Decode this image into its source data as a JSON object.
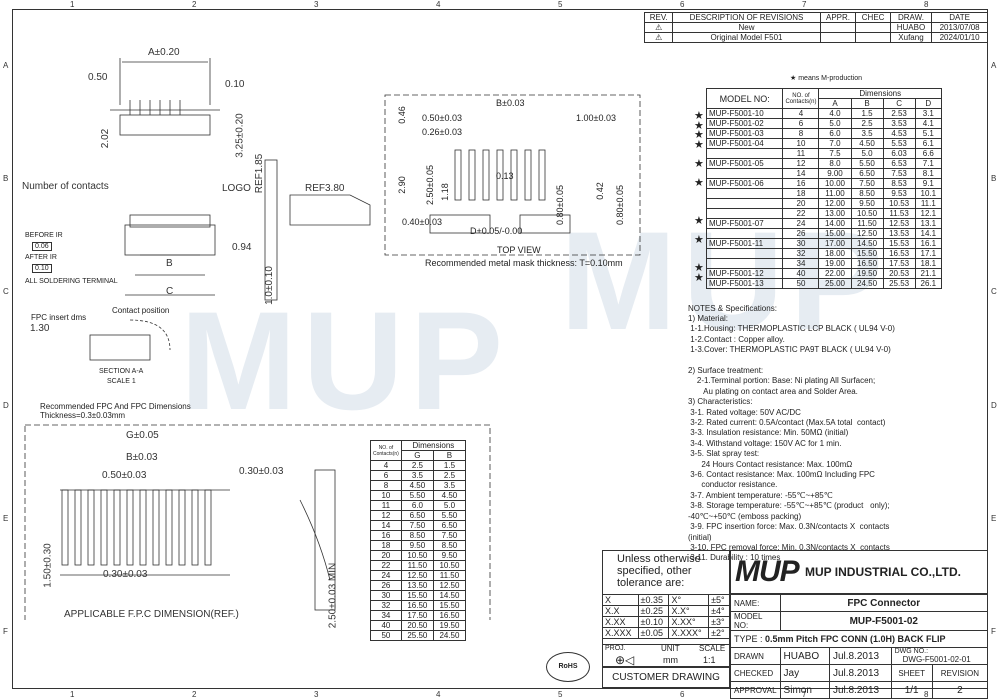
{
  "grid": {
    "columns": [
      "1",
      "2",
      "3",
      "4",
      "5",
      "6",
      "7",
      "8"
    ],
    "rows": [
      "A",
      "B",
      "C",
      "D",
      "E",
      "F"
    ]
  },
  "revisions": {
    "headers": [
      "REV.",
      "DESCRIPTION OF REVISIONS",
      "APPR.",
      "CHEC",
      "DRAW.",
      "DATE"
    ],
    "rows": [
      {
        "rev": "⚠",
        "desc": "New",
        "appr": "",
        "chec": "",
        "draw": "HUABO",
        "date": "2013/07/08"
      },
      {
        "rev": "⚠",
        "desc": "Original Model F501",
        "appr": "",
        "chec": "",
        "draw": "Xufang",
        "date": "2024/01/10"
      }
    ]
  },
  "model_table": {
    "legend": "★ means M-production",
    "header_model": "MODEL NO:",
    "header_contacts": "NO. of Contacts(n)",
    "header_dimensions": "Dimensions",
    "dim_cols": [
      "A",
      "B",
      "C",
      "D"
    ],
    "rows": [
      {
        "star": true,
        "model": "MUP-F5001-10",
        "n": "4",
        "a": "4.0",
        "b": "1.5",
        "c": "2.53",
        "d": "3.1"
      },
      {
        "star": true,
        "model": "MUP-F5001-02",
        "n": "6",
        "a": "5.0",
        "b": "2.5",
        "c": "3.53",
        "d": "4.1"
      },
      {
        "star": true,
        "model": "MUP-F5001-03",
        "n": "8",
        "a": "6.0",
        "b": "3.5",
        "c": "4.53",
        "d": "5.1"
      },
      {
        "star": true,
        "model": "MUP-F5001-04",
        "n": "10",
        "a": "7.0",
        "b": "4.50",
        "c": "5.53",
        "d": "6.1"
      },
      {
        "star": false,
        "model": "",
        "n": "11",
        "a": "7.5",
        "b": "5.0",
        "c": "6.03",
        "d": "6.6"
      },
      {
        "star": true,
        "model": "MUP-F5001-05",
        "n": "12",
        "a": "8.0",
        "b": "5.50",
        "c": "6.53",
        "d": "7.1"
      },
      {
        "star": false,
        "model": "",
        "n": "14",
        "a": "9.00",
        "b": "6.50",
        "c": "7.53",
        "d": "8.1"
      },
      {
        "star": true,
        "model": "MUP-F5001-06",
        "n": "16",
        "a": "10.00",
        "b": "7.50",
        "c": "8.53",
        "d": "9.1"
      },
      {
        "star": false,
        "model": "",
        "n": "18",
        "a": "11.00",
        "b": "8.50",
        "c": "9.53",
        "d": "10.1"
      },
      {
        "star": false,
        "model": "",
        "n": "20",
        "a": "12.00",
        "b": "9.50",
        "c": "10.53",
        "d": "11.1"
      },
      {
        "star": false,
        "model": "",
        "n": "22",
        "a": "13.00",
        "b": "10.50",
        "c": "11.53",
        "d": "12.1"
      },
      {
        "star": true,
        "model": "MUP-F5001-07",
        "n": "24",
        "a": "14.00",
        "b": "11.50",
        "c": "12.53",
        "d": "13.1"
      },
      {
        "star": false,
        "model": "",
        "n": "26",
        "a": "15.00",
        "b": "12.50",
        "c": "13.53",
        "d": "14.1"
      },
      {
        "star": true,
        "model": "MUP-F5001-11",
        "n": "30",
        "a": "17.00",
        "b": "14.50",
        "c": "15.53",
        "d": "16.1"
      },
      {
        "star": false,
        "model": "",
        "n": "32",
        "a": "18.00",
        "b": "15.50",
        "c": "16.53",
        "d": "17.1"
      },
      {
        "star": false,
        "model": "",
        "n": "34",
        "a": "19.00",
        "b": "16.50",
        "c": "17.53",
        "d": "18.1"
      },
      {
        "star": true,
        "model": "MUP-F5001-12",
        "n": "40",
        "a": "22.00",
        "b": "19.50",
        "c": "20.53",
        "d": "21.1"
      },
      {
        "star": true,
        "model": "MUP-F5001-13",
        "n": "50",
        "a": "25.00",
        "b": "24.50",
        "c": "25.53",
        "d": "26.1"
      }
    ]
  },
  "fpc_table": {
    "header_contacts": "NO. of Contacts(n)",
    "header_dimensions": "Dimensions",
    "dim_cols": [
      "G",
      "B"
    ],
    "rows": [
      [
        "4",
        "2.5",
        "1.5"
      ],
      [
        "6",
        "3.5",
        "2.5"
      ],
      [
        "8",
        "4.50",
        "3.5"
      ],
      [
        "10",
        "5.50",
        "4.50"
      ],
      [
        "11",
        "6.0",
        "5.0"
      ],
      [
        "12",
        "6.50",
        "5.50"
      ],
      [
        "14",
        "7.50",
        "6.50"
      ],
      [
        "16",
        "8.50",
        "7.50"
      ],
      [
        "18",
        "9.50",
        "8.50"
      ],
      [
        "20",
        "10.50",
        "9.50"
      ],
      [
        "22",
        "11.50",
        "10.50"
      ],
      [
        "24",
        "12.50",
        "11.50"
      ],
      [
        "26",
        "13.50",
        "12.50"
      ],
      [
        "30",
        "15.50",
        "14.50"
      ],
      [
        "32",
        "16.50",
        "15.50"
      ],
      [
        "34",
        "17.50",
        "16.50"
      ],
      [
        "40",
        "20.50",
        "19.50"
      ],
      [
        "50",
        "25.50",
        "24.50"
      ]
    ]
  },
  "notes": {
    "title": "NOTES & Specifications:",
    "lines": [
      "1) Material:",
      " 1-1.Housing: THERMOPLASTIC LCP BLACK ( UL94 V-0)",
      " 1-2.Contact : Copper alloy.",
      " 1-3.Cover: THERMOPLASTIC PA9T BLACK ( UL94 V-0)",
      "",
      "2) Surface treatment:",
      "    2-1.Terminal portion: Base: Ni plating All Surfacen;",
      "       Au plating on contact area and Solder Area.",
      "3) Characteristics:",
      " 3-1. Rated voltage: 50V AC/DC",
      " 3-2. Rated current: 0.5A/contact (Max.5A total  contact)",
      " 3-3. Insulation resistance: Min. 50MΩ (initial)",
      " 3-4. Withstand voltage: 150V AC for 1 min.",
      " 3-5. Slat spray test:",
      "      24 Hours Contact resistance: Max. 100mΩ",
      " 3-6. Contact resistance: Max. 100mΩ Including FPC",
      "      conductor resistance.",
      " 3-7. Ambient temperature: -55℃~+85℃",
      " 3-8. Storage temperature: -55℃~+85℃ (product   only);",
      "-40℃~+50℃ (emboss packing)",
      " 3-9. FPC insertion force: Max. 0.3N/contacts X  contacts",
      "(initial)",
      " 3-10. FPC removal force: Min. 0.3N/contacts X  contacts",
      " 3-11. Durability : 10 times"
    ]
  },
  "labels": {
    "number_of_contacts": "Number of contacts",
    "logo": "LOGO",
    "before_ir": "BEFORE IR",
    "after_ir": "AFTER IR",
    "before_tol": "0.06",
    "after_tol": "0.10",
    "all_soldering": "ALL SOLDERING TERMINAL",
    "fpc_insert": "FPC insert dms",
    "contact_position": "Contact position",
    "section": "SECTION A-A",
    "scale1": "SCALE 1",
    "top_view": "TOP VIEW",
    "mask_note": "Recommended metal mask thickness: T=0.10mm",
    "rec_fpc": "Recommended FPC And FPC Dimensions",
    "rec_fpc_thickness": "Thickness=0.3±0.03mm",
    "applicable": "APPLICABLE F.P.C DIMENSION(REF.)",
    "dims": {
      "a": "A±0.20",
      "d050": "0.50",
      "d010": "0.10",
      "d202": "2.02",
      "d325": "3.25±0.20",
      "refa": "REF1.85",
      "ref380": "REF3.80",
      "d10": "1.0±0.10",
      "d094": "0.94",
      "b": "B",
      "c": "C",
      "d130": "1.30",
      "b003": "B±0.03",
      "p050": "0.50±0.03",
      "p026": "0.26±0.03",
      "p100": "1.00±0.03",
      "d046": "0.46",
      "d290": "2.90",
      "d250": "2.50±0.05",
      "d118": "1.18",
      "d013": "0.13",
      "d042": "0.42",
      "d080": "0.80±0.05",
      "d040": "0.40±0.03",
      "dd": "D+0.05/-0.00",
      "d080b": "0.80±0.05",
      "g": "G±0.05",
      "b005": "B±0.03",
      "f050": "0.50±0.03",
      "f030": "0.30±0.03",
      "f150": "1.50±0.30",
      "f030b": "0.30±0.03",
      "f250": "2.50±0.03 MIN"
    }
  },
  "titleblock": {
    "unless": "Unless  otherwise",
    "specified": "specified,  other",
    "tolerance": "tolerance  are:",
    "tolerances": [
      {
        "k1": "X",
        "v1": "±0.35",
        "k2": "X°",
        "v2": "±5°"
      },
      {
        "k1": "X.X",
        "v1": "±0.25",
        "k2": "X.X°",
        "v2": "±4°"
      },
      {
        "k1": "X.XX",
        "v1": "±0.10",
        "k2": "X.XX°",
        "v2": "±3°"
      },
      {
        "k1": "X.XXX",
        "v1": "±0.05",
        "k2": "X.XXX°",
        "v2": "±2°"
      }
    ],
    "proj": "PROJ.",
    "unit_label": "UNIT",
    "unit": "mm",
    "scale_label": "SCALE",
    "scale": "1:1",
    "customer": "CUSTOMER  DRAWING",
    "logo": "MUP",
    "company": "MUP INDUSTRIAL CO.,LTD.",
    "name_label": "NAME:",
    "name": "FPC Connector",
    "model_label": "MODEL NO:",
    "model": "MUP-F5001-02",
    "type_label": "TYPE :",
    "type": "0.5mm Pitch  FPC CONN (1.0H) BACK FLIP",
    "drawn_label": "DRAWN",
    "drawn_by": "HUABO",
    "drawn_date": "Jul.8.2013",
    "dwg_label": "DWG NO.:",
    "dwg": "DWG-F5001-02-01",
    "checked_label": "CHECKED",
    "checked_by": "Jay",
    "checked_date": "Jul.8.2013",
    "sheet_label": "SHEET",
    "sheet": "1/1",
    "revision_label": "REVISION",
    "revision": "2",
    "approval_label": "APPROVAL",
    "approval_by": "Simon",
    "approval_date": "Jul.8.2013",
    "rohs": "RoHS"
  },
  "watermark": "MUP",
  "colors": {
    "line": "#333333",
    "watermark": "#d3dde8"
  }
}
